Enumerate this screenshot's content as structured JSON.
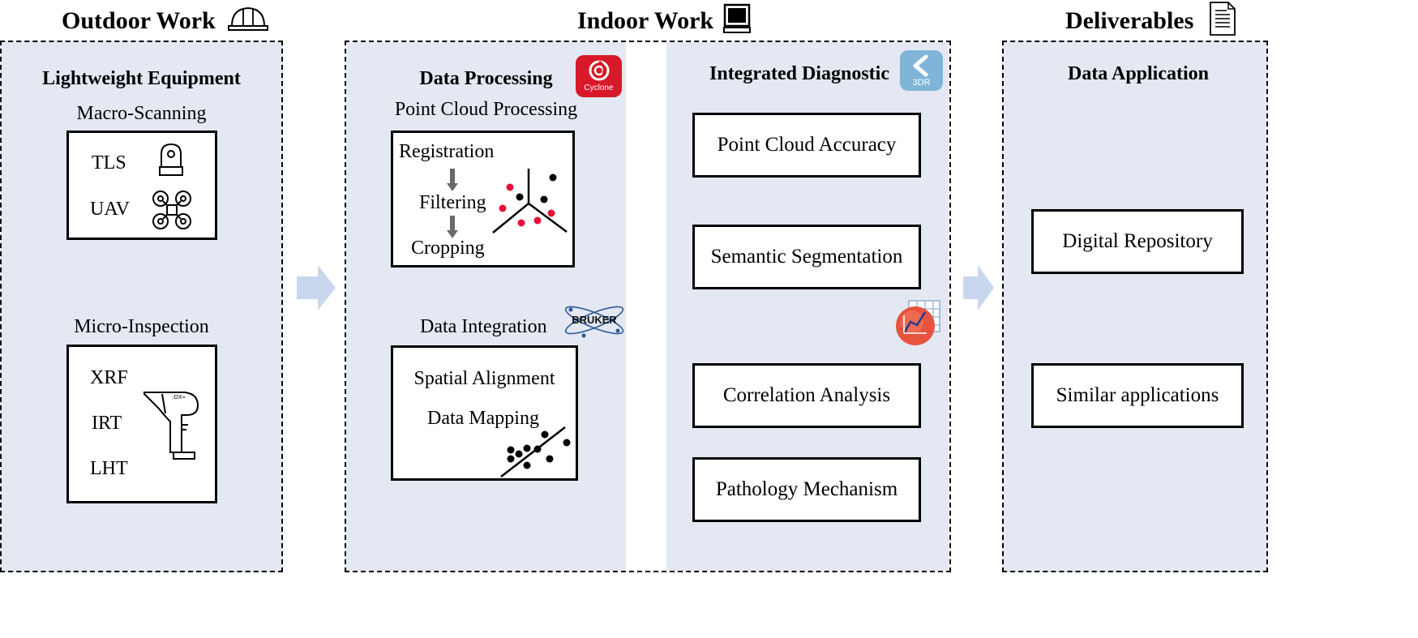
{
  "headers": {
    "outdoor": "Outdoor Work",
    "indoor": "Indoor Work",
    "deliverables": "Deliverables"
  },
  "outdoor": {
    "title": "Lightweight Equipment",
    "macro": {
      "label": "Macro-Scanning",
      "items": [
        "TLS",
        "UAV"
      ]
    },
    "micro": {
      "label": "Micro-Inspection",
      "items": [
        "XRF",
        "IRT",
        "LHT"
      ]
    }
  },
  "processing": {
    "title": "Data Processing",
    "logo_text": "Cyclone",
    "point_cloud": {
      "label": "Point Cloud Processing",
      "steps": [
        "Registration",
        "Filtering",
        "Cropping"
      ]
    },
    "integration": {
      "label": "Data Integration",
      "logo_text": "BRUKER",
      "steps": [
        "Spatial Alignment",
        "Data Mapping"
      ]
    }
  },
  "diagnostic": {
    "title": "Integrated Diagnostic",
    "logo_text": "3DR",
    "items": [
      "Point Cloud Accuracy",
      "Semantic Segmentation",
      "Correlation Analysis",
      "Pathology Mechanism"
    ]
  },
  "application": {
    "title": "Data Application",
    "items": [
      "Digital Repository",
      "Similar applications"
    ]
  },
  "colors": {
    "panel_bg": "#e3e8f2",
    "arrow": "#c9d7ee",
    "accent_red": "#e8103a",
    "cyclone_red": "#d7192a",
    "logo_3dr": "#7fb5d9"
  }
}
